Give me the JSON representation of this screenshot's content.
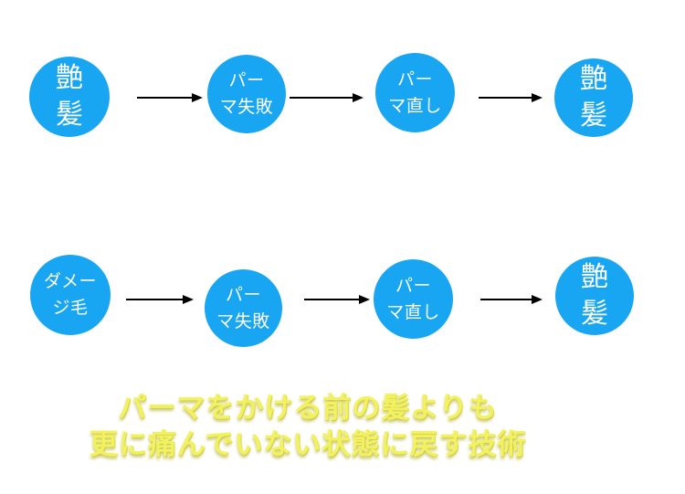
{
  "slide": {
    "description": "perm-repair-flow-diagram"
  },
  "colors": {
    "background": "#ffffff",
    "circle_fill": "#18a6f3",
    "circle_text": "#ffffff",
    "arrow_color": "#000000",
    "caption_fill": "#f2f160",
    "caption_edge": "#e9e84b",
    "caption_shadow": "rgba(193,191,85,0.9)"
  },
  "flow_rows": [
    {
      "nodes": [
        {
          "label": "艶髪",
          "lines": [
            "艶",
            "髪"
          ]
        },
        {
          "label": "パーマ失敗",
          "lines": [
            "パー",
            "マ失敗"
          ]
        },
        {
          "label": "パーマ直し",
          "lines": [
            "パー",
            "マ直し"
          ]
        },
        {
          "label": "艶髪",
          "lines": [
            "艶",
            "髪"
          ]
        }
      ]
    },
    {
      "nodes": [
        {
          "label": "ダメージ毛",
          "lines": [
            "ダメー",
            "ジ毛"
          ]
        },
        {
          "label": "パーマ失敗",
          "lines": [
            "パー",
            "マ失敗"
          ]
        },
        {
          "label": "パーマ直し",
          "lines": [
            "パー",
            "マ直し"
          ]
        },
        {
          "label": "艶髪",
          "lines": [
            "艶",
            "髪"
          ]
        }
      ]
    }
  ],
  "caption": {
    "line1": "パーマをかける前の髪よりも",
    "line2": "更に痛んでいない状態に戻す技術"
  }
}
